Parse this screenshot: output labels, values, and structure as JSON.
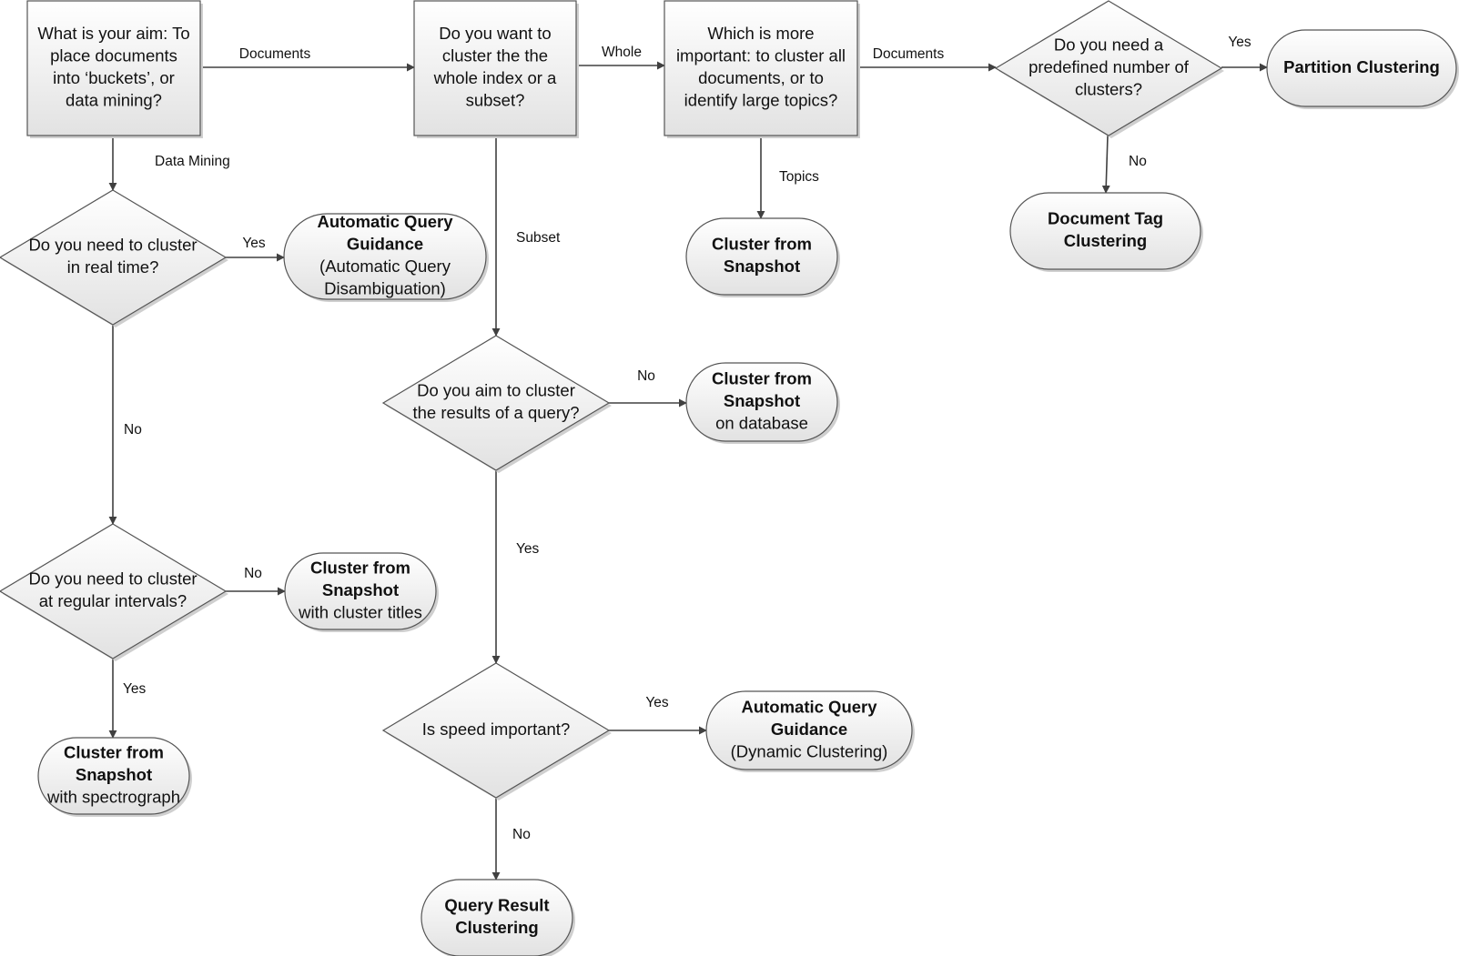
{
  "nodes": [
    {
      "id": "aim",
      "lines": [
        {
          "t": "What is your aim: To"
        },
        {
          "t": "place documents"
        },
        {
          "t": "into ‘buckets’, or"
        },
        {
          "t": "data mining?"
        }
      ]
    },
    {
      "id": "whole_subset",
      "lines": [
        {
          "t": "Do you want to"
        },
        {
          "t": "cluster the the"
        },
        {
          "t": "whole index or a"
        },
        {
          "t": "subset?"
        }
      ]
    },
    {
      "id": "important",
      "lines": [
        {
          "t": "Which is more"
        },
        {
          "t": "important: to cluster all"
        },
        {
          "t": "documents, or to"
        },
        {
          "t": "identify large topics?"
        }
      ]
    },
    {
      "id": "predefined",
      "lines": [
        {
          "t": "Do you need a"
        },
        {
          "t": "predefined number of"
        },
        {
          "t": "clusters?"
        }
      ]
    },
    {
      "id": "partition",
      "lines": [
        {
          "t": "Partition Clustering",
          "b": true
        }
      ]
    },
    {
      "id": "doctag",
      "lines": [
        {
          "t": "Document Tag",
          "b": true
        },
        {
          "t": "Clustering",
          "b": true
        }
      ]
    },
    {
      "id": "snapshot_topics",
      "lines": [
        {
          "t": "Cluster from",
          "b": true
        },
        {
          "t": "Snapshot",
          "b": true
        }
      ]
    },
    {
      "id": "realtime",
      "lines": [
        {
          "t": "Do you need to cluster"
        },
        {
          "t": "in real time?"
        }
      ]
    },
    {
      "id": "aqg_disamb",
      "lines": [
        {
          "t": "Automatic Query",
          "b": true
        },
        {
          "t": "Guidance",
          "b": true
        },
        {
          "t": "(Automatic Query"
        },
        {
          "t": "Disambiguation)"
        }
      ]
    },
    {
      "id": "results_query",
      "lines": [
        {
          "t": "Do you aim to cluster"
        },
        {
          "t": "the results of a query?"
        }
      ]
    },
    {
      "id": "snapshot_db",
      "lines": [
        {
          "t": "Cluster from",
          "b": true
        },
        {
          "t": "Snapshot",
          "b": true
        },
        {
          "t": "on database"
        }
      ]
    },
    {
      "id": "intervals",
      "lines": [
        {
          "t": "Do you need to cluster"
        },
        {
          "t": "at regular intervals?"
        }
      ]
    },
    {
      "id": "snapshot_titles",
      "lines": [
        {
          "t": "Cluster from",
          "b": true
        },
        {
          "t": "Snapshot",
          "b": true
        },
        {
          "t": "with cluster titles"
        }
      ]
    },
    {
      "id": "speed",
      "lines": [
        {
          "t": "Is speed important?"
        }
      ]
    },
    {
      "id": "aqg_dynamic",
      "lines": [
        {
          "t": "Automatic Query",
          "b": true
        },
        {
          "t": "Guidance",
          "b": true
        },
        {
          "t": "(Dynamic Clustering)"
        }
      ]
    },
    {
      "id": "snapshot_spectro",
      "lines": [
        {
          "t": "Cluster from",
          "b": true
        },
        {
          "t": "Snapshot",
          "b": true
        },
        {
          "t": "with spectrograph"
        }
      ]
    },
    {
      "id": "query_result",
      "lines": [
        {
          "t": "Query Result",
          "b": true
        },
        {
          "t": "Clustering",
          "b": true
        }
      ]
    }
  ],
  "edges": [
    {
      "id": "aim-whole",
      "label": "Documents"
    },
    {
      "id": "whole-important",
      "label": "Whole"
    },
    {
      "id": "important-predefined",
      "label": "Documents"
    },
    {
      "id": "predefined-partition",
      "label": "Yes"
    },
    {
      "id": "predefined-doctag",
      "label": "No"
    },
    {
      "id": "important-snapshot",
      "label": "Topics"
    },
    {
      "id": "aim-realtime",
      "label": "Data Mining"
    },
    {
      "id": "realtime-aqg",
      "label": "Yes"
    },
    {
      "id": "realtime-intervals",
      "label": "No"
    },
    {
      "id": "whole-results",
      "label": "Subset"
    },
    {
      "id": "results-snapshotdb",
      "label": "No"
    },
    {
      "id": "results-speed",
      "label": "Yes"
    },
    {
      "id": "intervals-titles",
      "label": "No"
    },
    {
      "id": "intervals-spectro",
      "label": "Yes"
    },
    {
      "id": "speed-aqgdyn",
      "label": "Yes"
    },
    {
      "id": "speed-queryresult",
      "label": "No"
    }
  ]
}
